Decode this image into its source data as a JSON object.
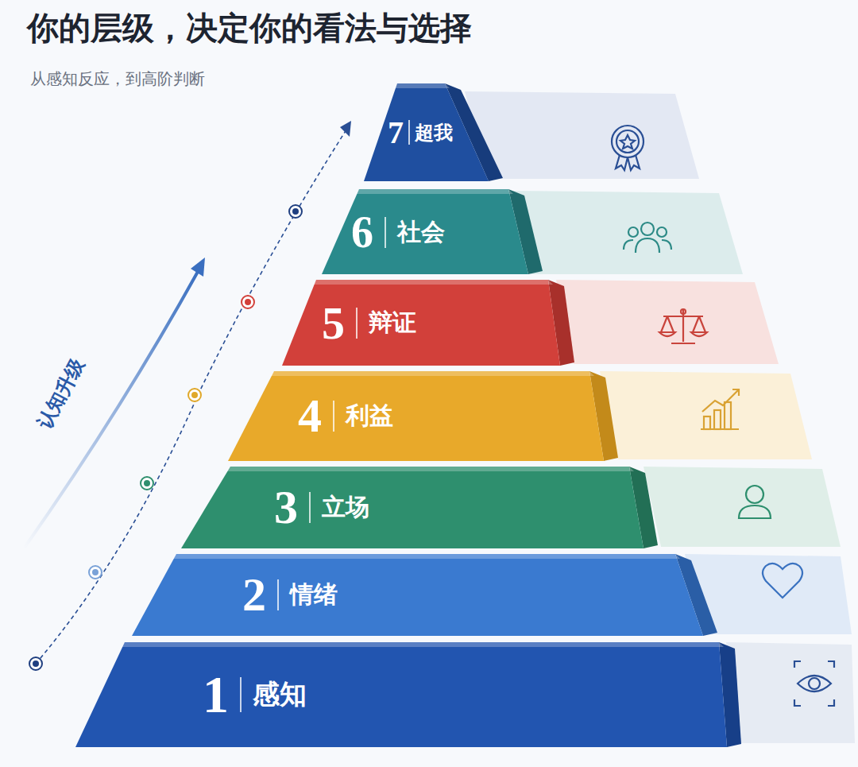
{
  "diagram": {
    "title": "你的层级，决定你的看法与选择",
    "caption": "从感知反应，到高阶判断",
    "nodes": [
      {
        "text": [
          "7",
          "超我"
        ]
      },
      {
        "text": [
          "6",
          "社会"
        ]
      },
      {
        "text": [
          "5",
          "辩证"
        ]
      },
      {
        "text": [
          "4",
          "利益"
        ]
      },
      {
        "text": [
          "3",
          "立场"
        ]
      },
      {
        "text": [
          "2",
          "情绪"
        ]
      },
      {
        "text": [
          "1",
          "感知"
        ]
      }
    ],
    "labels": [
      "认知升级"
    ]
  }
}
